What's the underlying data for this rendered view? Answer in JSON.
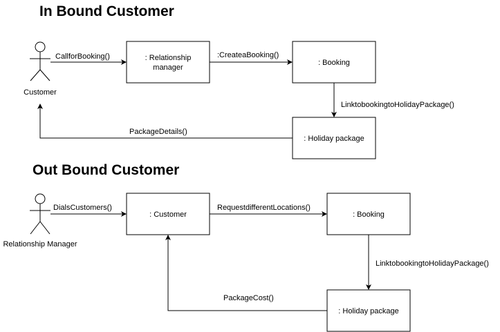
{
  "sections": [
    {
      "title": "In Bound Customer",
      "actor": "Customer",
      "nodes": {
        "relationship_manager": [
          ": Relationship",
          "manager"
        ],
        "booking": ": Booking",
        "holiday_package": ": Holiday package"
      },
      "messages": {
        "actor_to_rm": "CallforBooking()",
        "rm_to_booking": ":CreateaBooking()",
        "booking_to_package": "LinktobookingtoHolidayPackage()",
        "package_to_actor": "PackageDetails()"
      }
    },
    {
      "title": "Out Bound Customer",
      "actor": "Relationship Manager",
      "nodes": {
        "customer": ": Customer",
        "booking": ": Booking",
        "holiday_package": ": Holiday package"
      },
      "messages": {
        "actor_to_customer": "DialsCustomers()",
        "customer_to_booking": "RequestdifferentLocations()",
        "booking_to_package": "LinktobookingtoHolidayPackage()",
        "package_to_customer": "PackageCost()"
      }
    }
  ]
}
